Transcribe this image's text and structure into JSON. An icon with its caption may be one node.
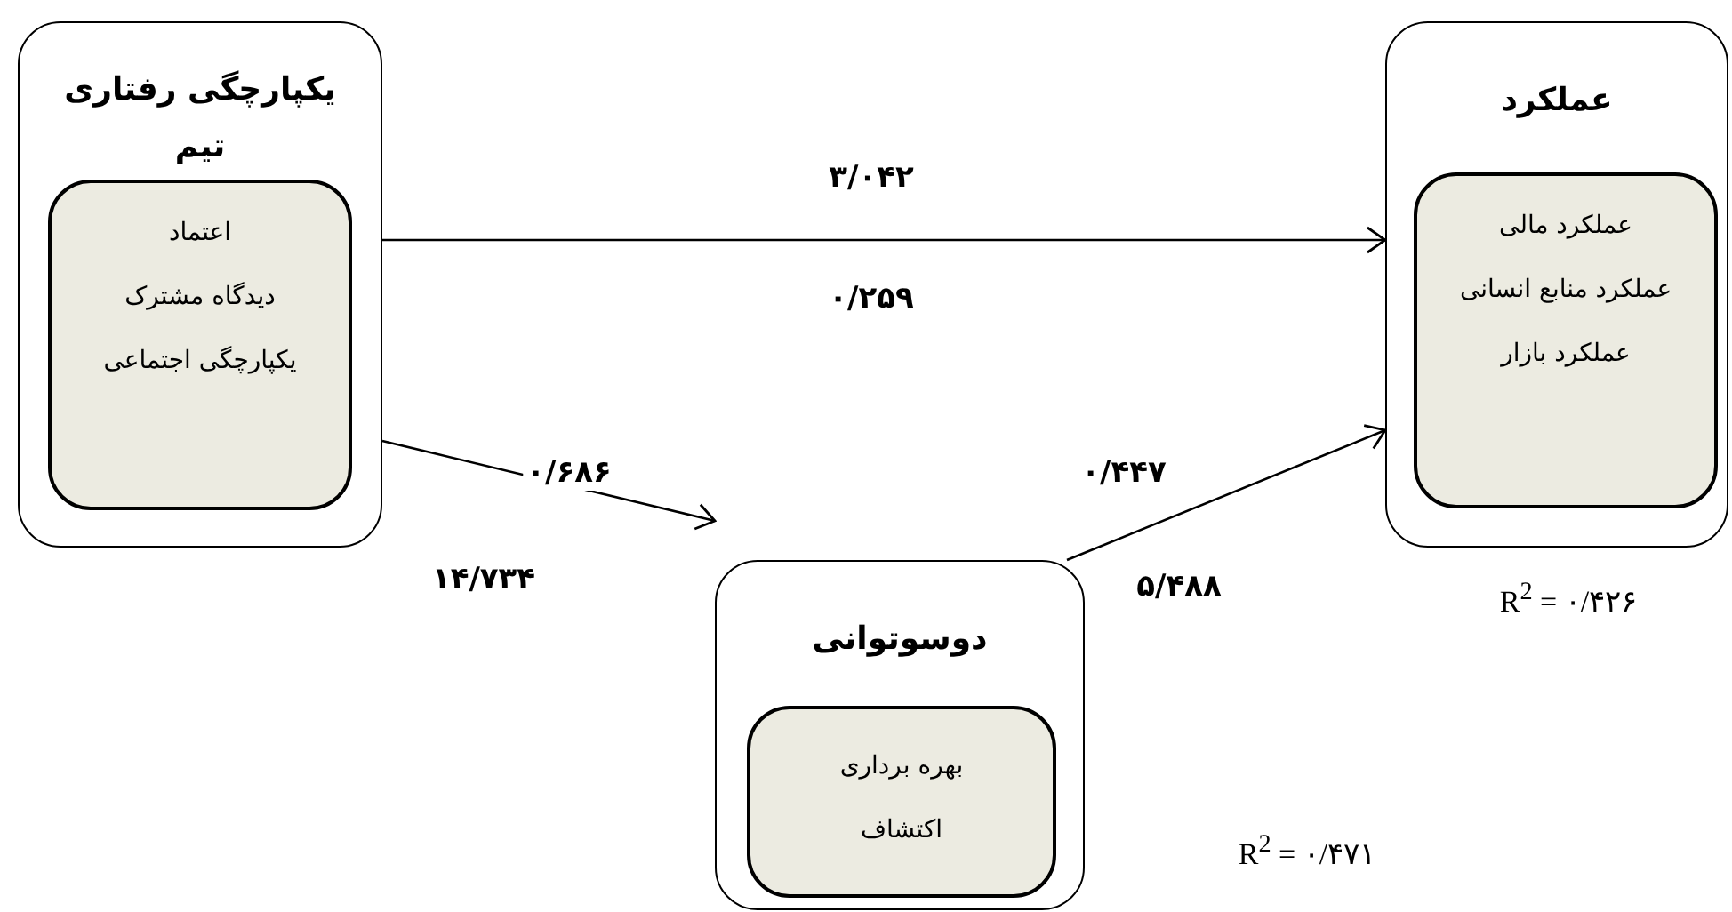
{
  "diagram": {
    "nodes": [
      {
        "text": [
          "یکپارچگی رفتاری تیم"
        ]
      },
      {
        "text": [
          "اعتماد",
          "دیدگاه مشترک",
          "یکپارچگی اجتماعی"
        ],
        "in": 0
      },
      {
        "text": [
          "عملکرد"
        ]
      },
      {
        "text": [
          "عملکرد مالی",
          "عملکرد منابع انسانی",
          "عملکرد بازار"
        ],
        "in": 2
      },
      {
        "text": [
          "دوسوتوانی"
        ]
      },
      {
        "text": [
          "بهره برداری",
          "اکتشاف"
        ],
        "in": 4
      }
    ],
    "edges": [
      {
        "from": 0,
        "to": 2,
        "arrow": "to",
        "label": "۳/۰۴۲"
      },
      {
        "from": 0,
        "to": 4,
        "arrow": "to",
        "label": "۰/۶۸۶"
      },
      {
        "from": 4,
        "to": 2,
        "arrow": "to",
        "label": "۰/۴۴۷"
      }
    ],
    "labels": [
      "۰/۲۵۹",
      "۱۴/۷۳۴",
      "۵/۴۸۸",
      "R$^{2}$ = ۰/۴۲۶",
      "R$^{2}$ = ۰/۴۷۱"
    ]
  }
}
